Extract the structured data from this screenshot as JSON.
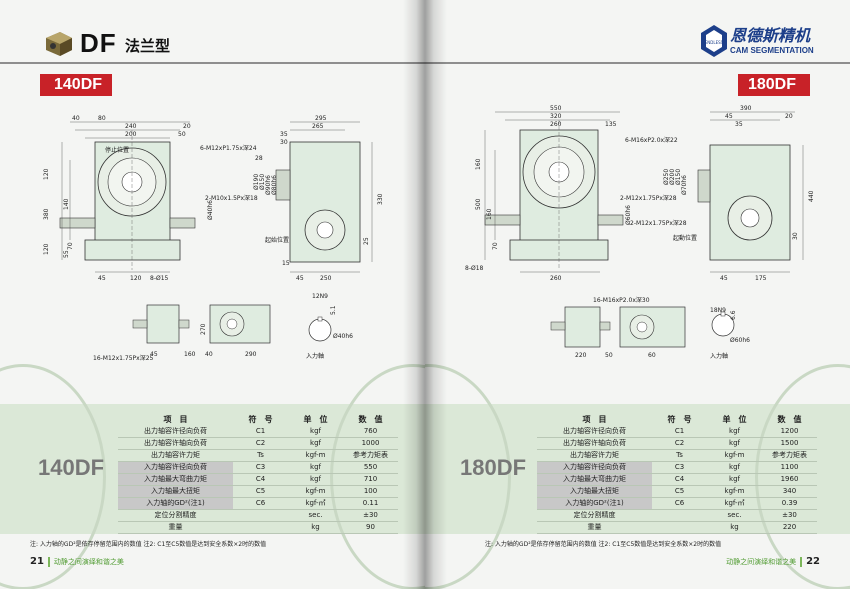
{
  "left": {
    "header": {
      "code": "DF",
      "name": "法兰型"
    },
    "badge": "140DF",
    "drawing": {
      "top_dims": [
        "40",
        "295",
        "240",
        "265",
        "200",
        "50",
        "20",
        "35",
        "30",
        "28",
        "80"
      ],
      "left_dims": [
        "120",
        "380",
        "140",
        "120",
        "55",
        "70"
      ],
      "bottom_dims": [
        "45",
        "120",
        "8-Ø15",
        "45",
        "15",
        "250"
      ],
      "callouts": [
        "停止位置",
        "6-M12xP1.75x深24",
        "2-M10x1.5Px深18",
        "起始位置"
      ],
      "shaft_dims": [
        "Ø190",
        "Ø150",
        "Ø90h6",
        "Ø80h6",
        "Ø40h6"
      ],
      "side_dims": [
        "330",
        "25"
      ],
      "small_dims": [
        "160",
        "40",
        "270",
        "45",
        "290",
        "16-M12x1.75Px深25",
        "12N9",
        "5.1",
        "Ø40h6"
      ],
      "input_shaft_label": "入力軸"
    },
    "spec": {
      "model": "140DF",
      "headers": [
        "项　目",
        "符　号",
        "单　位",
        "数　值"
      ],
      "rows": [
        {
          "name": "出力轴容许径向负荷",
          "symbol": "C1",
          "unit": "kgf",
          "value": "760",
          "hl": false
        },
        {
          "name": "出力轴容许轴向负荷",
          "symbol": "C2",
          "unit": "kgf",
          "value": "1000",
          "hl": false
        },
        {
          "name": "出力轴容许力矩",
          "symbol": "Ts",
          "unit": "kgf-m",
          "value": "参考力矩表",
          "hl": false
        },
        {
          "name": "入力轴容许径向负荷",
          "symbol": "C3",
          "unit": "kgf",
          "value": "550",
          "hl": true
        },
        {
          "name": "入力轴最大弯曲力矩",
          "symbol": "C4",
          "unit": "kgf",
          "value": "710",
          "hl": true
        },
        {
          "name": "入力轴最大扭矩",
          "symbol": "C5",
          "unit": "kgf-m",
          "value": "100",
          "hl": true
        },
        {
          "name": "入力轴的GD²(注1)",
          "symbol": "C6",
          "unit": "kgf-㎡",
          "value": "0.11",
          "hl": true
        },
        {
          "name": "定位分割精度",
          "symbol": "",
          "unit": "sec.",
          "value": "±30",
          "hl": false
        },
        {
          "name": "重量",
          "symbol": "",
          "unit": "kg",
          "value": "90",
          "hl": false
        }
      ]
    },
    "note": "注: 入力轴的GD²是依存停留范围内的数值  注2: C1至C5数值是达到安全系数×2时的数值",
    "footer": {
      "page": "21",
      "text": "动静之间演绎和谐之美"
    }
  },
  "right": {
    "brand": {
      "cn": "恩德斯精机",
      "en": "CAM SEGMENTATION",
      "mark": "ENDLESS"
    },
    "badge": "180DF",
    "drawing": {
      "top_dims": [
        "550",
        "320",
        "260",
        "135",
        "390",
        "45",
        "20",
        "35"
      ],
      "left_dims": [
        "160",
        "500",
        "160",
        "70",
        "8-Ø18"
      ],
      "bottom_dims": [
        "260",
        "45",
        "175"
      ],
      "callouts": [
        "6-M16xP2.0x深22",
        "2-M12x1.75Px深28",
        "2-M12x1.75Px深28",
        "起動位置"
      ],
      "shaft_dims": [
        "Ø250",
        "Ø200",
        "Ø150",
        "Ø70h6",
        "Ø60h6"
      ],
      "side_dims": [
        "440",
        "30"
      ],
      "small_dims": [
        "16-M16xP2.0x深30",
        "220",
        "50",
        "60",
        "18N9",
        "6.6",
        "Ø60h6"
      ],
      "input_shaft_label": "入力軸"
    },
    "spec": {
      "model": "180DF",
      "headers": [
        "项　目",
        "符　号",
        "单　位",
        "数　值"
      ],
      "rows": [
        {
          "name": "出力轴容许径向负荷",
          "symbol": "C1",
          "unit": "kgf",
          "value": "1200",
          "hl": false
        },
        {
          "name": "出力轴容许轴向负荷",
          "symbol": "C2",
          "unit": "kgf",
          "value": "1500",
          "hl": false
        },
        {
          "name": "出力轴容许力矩",
          "symbol": "Ts",
          "unit": "kgf-m",
          "value": "参考力矩表",
          "hl": false
        },
        {
          "name": "入力轴容许径向负荷",
          "symbol": "C3",
          "unit": "kgf",
          "value": "1100",
          "hl": true
        },
        {
          "name": "入力轴最大弯曲力矩",
          "symbol": "C4",
          "unit": "kgf",
          "value": "1960",
          "hl": true
        },
        {
          "name": "入力轴最大扭矩",
          "symbol": "C5",
          "unit": "kgf-m",
          "value": "340",
          "hl": true
        },
        {
          "name": "入力轴的GD²(注1)",
          "symbol": "C6",
          "unit": "kgf-㎡",
          "value": "0.39",
          "hl": true
        },
        {
          "name": "定位分割精度",
          "symbol": "",
          "unit": "sec.",
          "value": "±30",
          "hl": false
        },
        {
          "name": "重量",
          "symbol": "",
          "unit": "kg",
          "value": "220",
          "hl": false
        }
      ]
    },
    "note": "注: 入力轴的GD²是依存停留范围内的数值  注2: C1至C5数值是达到安全系数×2时的数值",
    "footer": {
      "page": "22",
      "text": "动静之间演绎和谐之美"
    }
  },
  "colors": {
    "accent_red": "#c82228",
    "housing_green": "#dfece0",
    "spec_bg": "#dbe8d7",
    "brand_blue": "#1d3f8a",
    "footer_green": "#4e9a2f"
  }
}
